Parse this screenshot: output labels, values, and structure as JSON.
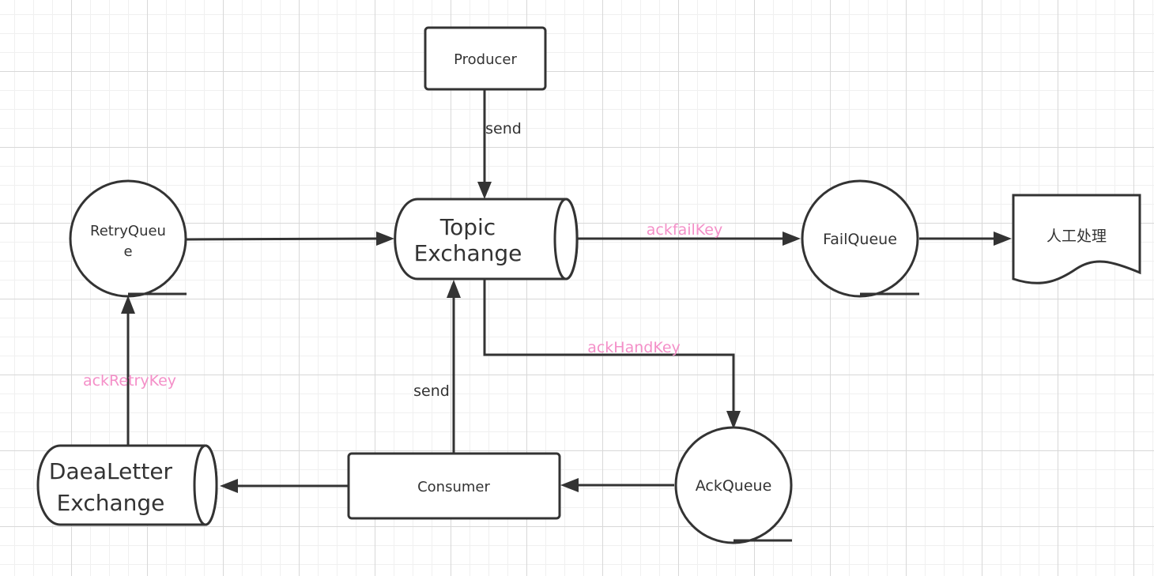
{
  "nodes": {
    "producer": "Producer",
    "topic_exchange": {
      "line1": "Topic",
      "line2": "Exchange"
    },
    "retry_queue": {
      "line1": "RetryQueu",
      "line2": "e"
    },
    "fail_queue": "FailQueue",
    "manual": "人工处理",
    "dead_letter_exchange": {
      "line1": "DaeaLetter",
      "line2": "Exchange"
    },
    "consumer": "Consumer",
    "ack_queue": "AckQueue"
  },
  "edges": {
    "producer_send": "send",
    "consumer_send": "send",
    "ack_fail_key": "ackfailKey",
    "ack_hand_key": "ackHandKey",
    "ack_retry_key": "ackRetryKey"
  },
  "colors": {
    "stroke": "#333333",
    "text": "#333333",
    "routing_key": "#f48fc8"
  }
}
